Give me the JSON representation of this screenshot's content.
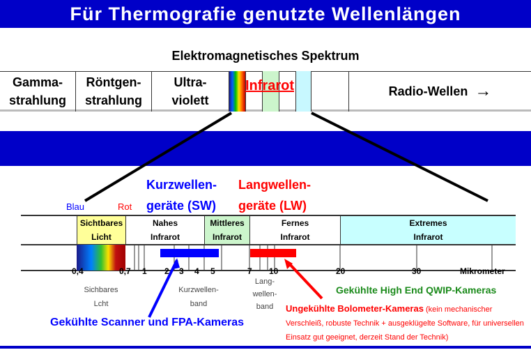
{
  "title": "Für Thermografie genutzte Wellenlängen",
  "spectrum": {
    "title": "Elektromagnetisches Spektrum",
    "gamma": "Gamma-\nstrahlung",
    "roentgen": "Röntgen-\nstrahlung",
    "ultra": "Ultra-\nviolett",
    "infrarot": "Infrarot",
    "radio": "Radio-Wellen",
    "arrow": "→"
  },
  "labels": {
    "blau": "Blau",
    "rot": "Rot",
    "kurz1": "Kurzwellen-",
    "kurz2": "geräte (SW)",
    "lang1": "Langwellen-",
    "lang2": "geräte (LW)"
  },
  "table": {
    "sicht": "Sichtbares\nLicht",
    "nahes": "Nahes\nInfrarot",
    "mittleres": "Mittleres\nInfrarot",
    "fernes": "Fernes\nInfrarot",
    "extremes": "Extremes\nInfrarot"
  },
  "ticks": [
    "0,4",
    "0,7",
    "1",
    "2",
    "3",
    "4",
    "5",
    "7",
    "10",
    "20",
    "30"
  ],
  "unit": "Mikrometer",
  "bands": {
    "sicht": "Sichbares\nLcht",
    "kurz": "Kurzwellen-\nband",
    "lang": "Lang-\nwellen-\nband"
  },
  "cameras": {
    "qwip": "Gekühlte High End QWIP-Kameras",
    "scanner": "Gekühlte Scanner und FPA-Kameras",
    "bolo_bold": "Ungekühlte Bolometer-Kameras",
    "bolo_rest": " (kein mechanischer Verschleiß, robuste Technik + ausgeklügelte Software, für universellen Einsatz gut geeignet, derzeit Stand der Technik)"
  },
  "colors": {
    "blue": "#0000c8",
    "swblue": "#0000ff",
    "lwred": "#ff0000",
    "green": "#1a8a1a"
  }
}
